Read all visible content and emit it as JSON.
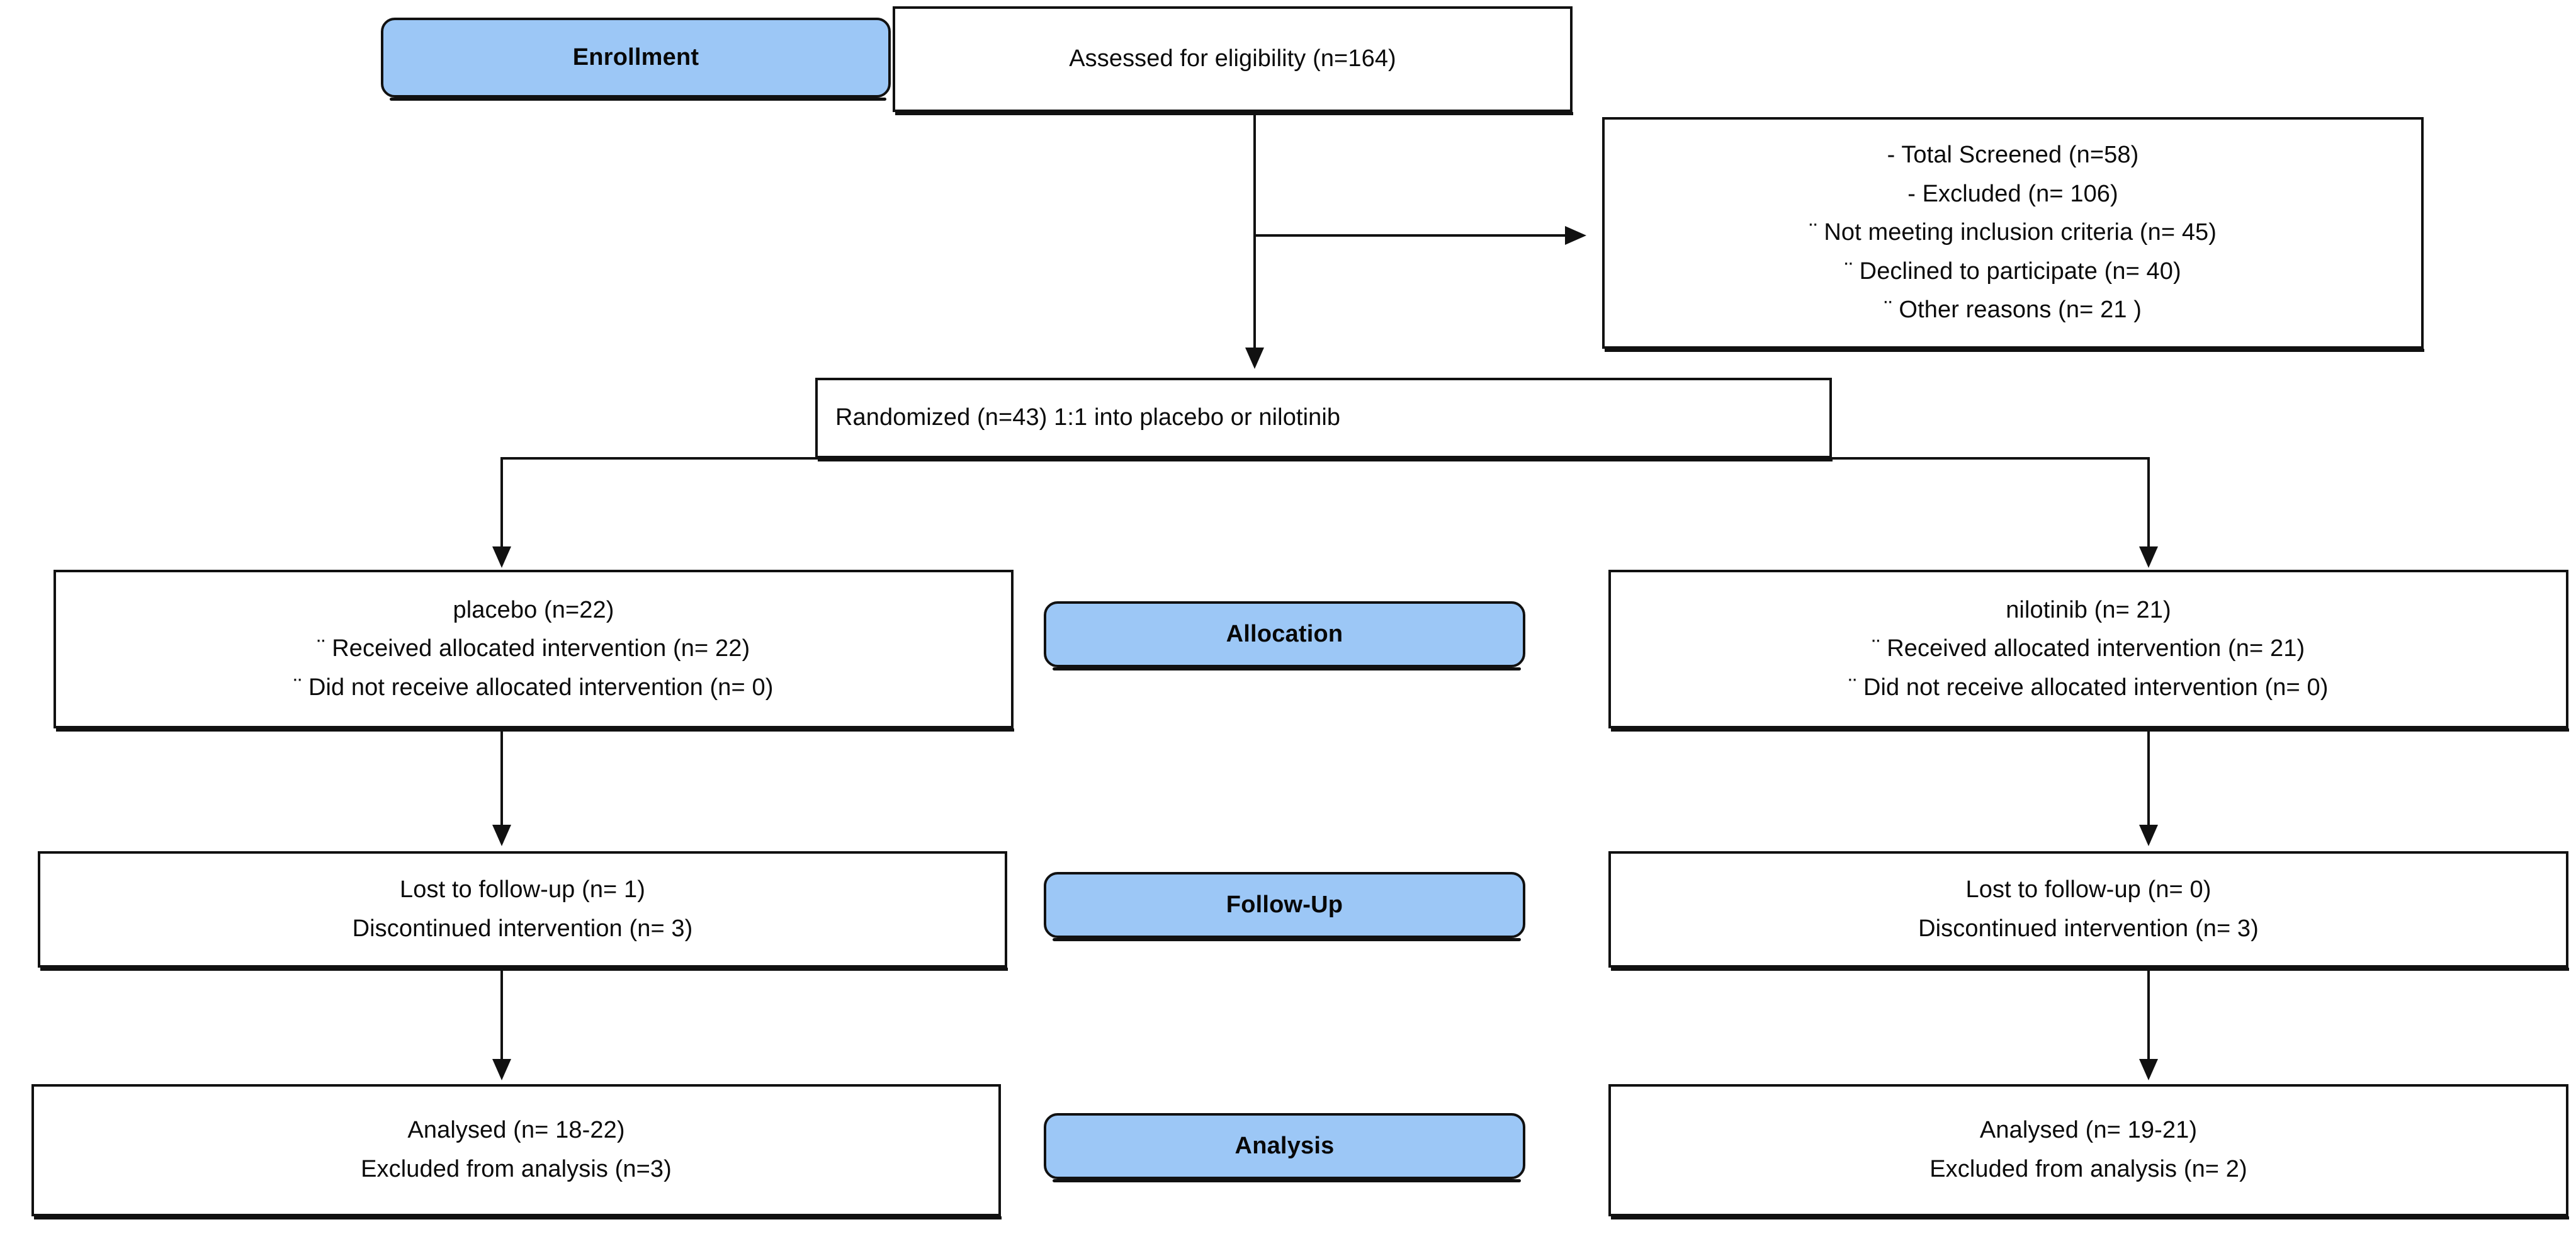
{
  "diagram": {
    "title": "CONSORT participant flow diagram",
    "accent_blue": "#9cc7f6",
    "line_color": "#111111",
    "background": "#ffffff"
  },
  "stage_labels": {
    "enrollment": "Enrollment",
    "allocation": "Allocation",
    "followup": "Follow-Up",
    "analysis": "Analysis"
  },
  "enrollment": {
    "assessed": "Assessed for eligibility (n=164)"
  },
  "excluded": {
    "lines": [
      "-     Total Screened (n=58)",
      "-     Excluded (n= 106)",
      "¨ Not meeting inclusion criteria (n= 45)",
      "¨ Declined to participate (n= 40)",
      "¨ Other reasons (n= 21 )"
    ]
  },
  "randomized": {
    "text": "Randomized (n=43) 1:1 into placebo or nilotinib"
  },
  "allocation": {
    "placebo": [
      "placebo (n=22)",
      "¨ Received allocated intervention (n= 22)",
      "¨ Did not receive allocated intervention (n= 0)"
    ],
    "nilotinib": [
      "nilotinib (n= 21)",
      "¨ Received allocated intervention (n= 21)",
      "¨ Did not receive allocated intervention (n= 0)"
    ]
  },
  "followup": {
    "placebo": [
      "Lost to follow-up (n= 1)",
      "Discontinued intervention (n= 3)"
    ],
    "nilotinib": [
      "Lost to follow-up (n= 0)",
      "Discontinued intervention (n= 3)"
    ]
  },
  "analysis": {
    "placebo": [
      "Analysed (n= 18-22)",
      "Excluded from analysis (n=3)"
    ],
    "nilotinib": [
      "Analysed (n= 19-21)",
      "Excluded from analysis (n= 2)"
    ]
  },
  "chart_data": {
    "type": "diagram",
    "title": "CONSORT flow diagram",
    "nodes": [
      {
        "id": "assessed",
        "stage": "Enrollment",
        "label": "Assessed for eligibility",
        "n": 164
      },
      {
        "id": "excluded",
        "stage": "Enrollment",
        "label": "Screened / Excluded",
        "total_screened": 58,
        "excluded": 106,
        "not_meeting_inclusion_criteria": 45,
        "declined_to_participate": 40,
        "other_reasons": 21
      },
      {
        "id": "randomized",
        "stage": "Randomization",
        "label": "Randomized 1:1 into placebo or nilotinib",
        "n": 43
      },
      {
        "id": "alloc_placebo",
        "stage": "Allocation",
        "arm": "placebo",
        "n": 22,
        "received_allocated_intervention": 22,
        "did_not_receive_allocated_intervention": 0
      },
      {
        "id": "alloc_nilotinib",
        "stage": "Allocation",
        "arm": "nilotinib",
        "n": 21,
        "received_allocated_intervention": 21,
        "did_not_receive_allocated_intervention": 0
      },
      {
        "id": "fu_placebo",
        "stage": "Follow-Up",
        "arm": "placebo",
        "lost_to_follow_up": 1,
        "discontinued_intervention": 3
      },
      {
        "id": "fu_nilotinib",
        "stage": "Follow-Up",
        "arm": "nilotinib",
        "lost_to_follow_up": 0,
        "discontinued_intervention": 3
      },
      {
        "id": "an_placebo",
        "stage": "Analysis",
        "arm": "placebo",
        "analysed": "18-22",
        "excluded_from_analysis": 3
      },
      {
        "id": "an_nilotinib",
        "stage": "Analysis",
        "arm": "nilotinib",
        "analysed": "19-21",
        "excluded_from_analysis": 2
      }
    ],
    "edges": [
      {
        "from": "assessed",
        "to": "excluded"
      },
      {
        "from": "assessed",
        "to": "randomized"
      },
      {
        "from": "randomized",
        "to": "alloc_placebo"
      },
      {
        "from": "randomized",
        "to": "alloc_nilotinib"
      },
      {
        "from": "alloc_placebo",
        "to": "fu_placebo"
      },
      {
        "from": "alloc_nilotinib",
        "to": "fu_nilotinib"
      },
      {
        "from": "fu_placebo",
        "to": "an_placebo"
      },
      {
        "from": "fu_nilotinib",
        "to": "an_nilotinib"
      }
    ]
  }
}
